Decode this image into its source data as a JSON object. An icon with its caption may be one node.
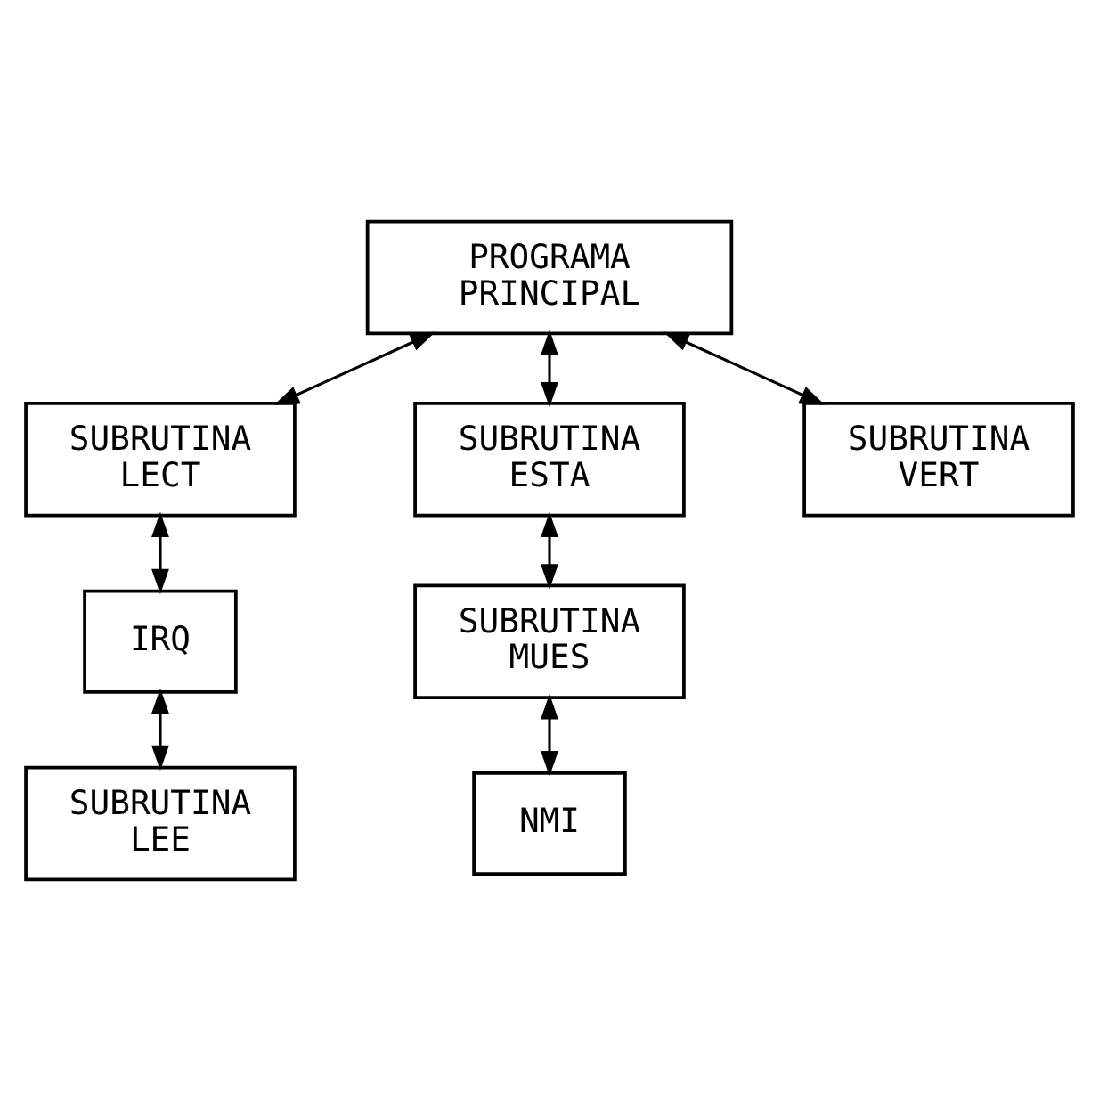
{
  "diagram": {
    "nodes": [
      {
        "text": [
          "PROGRAMA PRINCIPAL"
        ]
      },
      {
        "text": [
          "SUBRUTINA LECT"
        ]
      },
      {
        "text": [
          "SUBRUTINA ESTA"
        ]
      },
      {
        "text": [
          "SUBRUTINA VERT"
        ]
      },
      {
        "text": [
          "IRQ"
        ]
      },
      {
        "text": [
          "SUBRUTINA MUES"
        ]
      },
      {
        "text": [
          "SUBRUTINA LEE"
        ]
      },
      {
        "text": [
          "NMI"
        ]
      }
    ],
    "edges": [
      {
        "from": 0,
        "to": 1,
        "arrow": "both"
      },
      {
        "from": 0,
        "to": 2,
        "arrow": "both"
      },
      {
        "from": 0,
        "to": 3,
        "arrow": "both"
      },
      {
        "from": 1,
        "to": 4,
        "arrow": "both"
      },
      {
        "from": 4,
        "to": 6,
        "arrow": "both"
      },
      {
        "from": 2,
        "to": 5,
        "arrow": "both"
      },
      {
        "from": 5,
        "to": 7,
        "arrow": "both"
      }
    ]
  }
}
